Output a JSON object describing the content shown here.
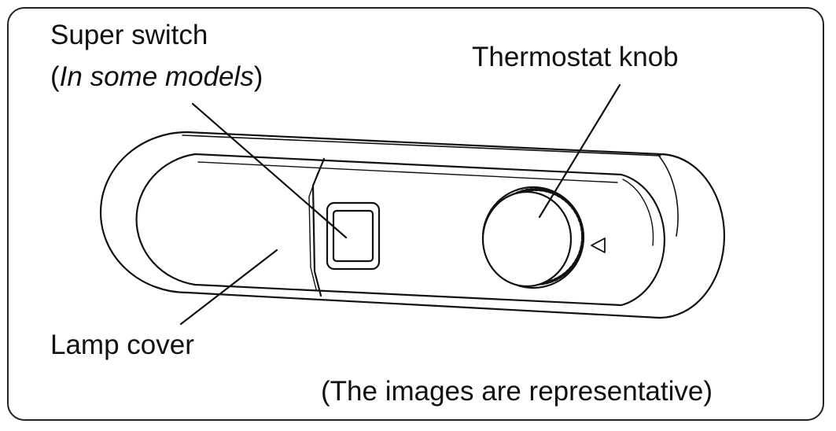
{
  "labels": {
    "super_switch": "Super switch",
    "paren_open": "(",
    "in_some_models": "In some models",
    "paren_close": ")",
    "thermostat_knob": "Thermostat knob",
    "lamp_cover": "Lamp cover",
    "note": "(The images are representative)"
  },
  "colors": {
    "line": "#111111",
    "background": "#ffffff"
  },
  "icons": {
    "knob_indicator": "triangle-left-outline-icon"
  }
}
